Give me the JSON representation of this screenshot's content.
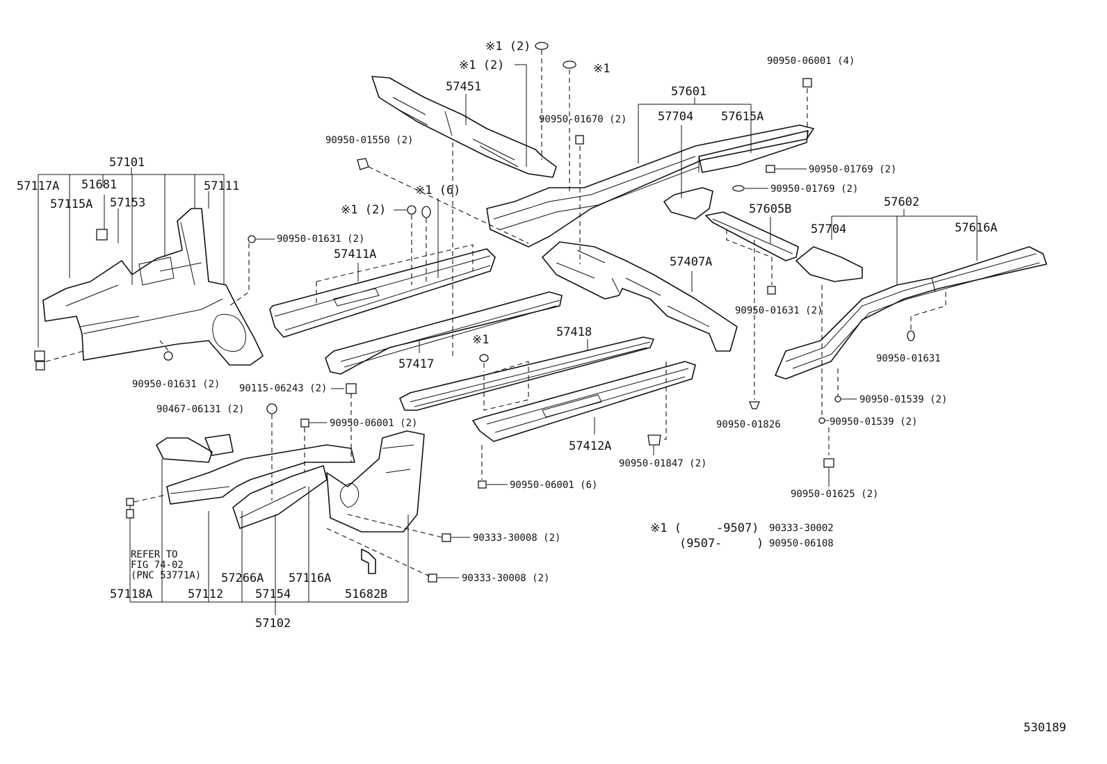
{
  "labels": {
    "l57101": "57101",
    "l57117A": "57117A",
    "l51681": "51681",
    "l57111": "57111",
    "l57115A": "57115A",
    "l57153": "57153",
    "l90950_01631_a": "90950-01631 (2)",
    "l90950_01631_b": "90950-01631 (2)",
    "l90950_01550": "90950-01550 (2)",
    "l57451": "57451",
    "lmark_1_2_top": "※1 (2)",
    "lmark_1_2_b": "※1 (2)",
    "lmark_1_top": "※1",
    "l90950_01670": "90950-01670 (2)",
    "lmark_1_6": "※1 (6)",
    "lmark_1_2_c": "※1 (2)",
    "l57411A": "57411A",
    "l57417": "57417",
    "l57601": "57601",
    "l57704_a": "57704",
    "l57615A": "57615A",
    "l90950_06001_4": "90950-06001 (4)",
    "l90950_01769_a": "90950-01769 (2)",
    "l90950_01769_b": "90950-01769 (2)",
    "l57605B": "57605B",
    "l57407A": "57407A",
    "l57602": "57602",
    "l57704_b": "57704",
    "l57616A": "57616A",
    "l90950_01631_c": "90950-01631 (2)",
    "l90950_01631_d": "90950-01631",
    "l57418": "57418",
    "lmark_1_mid": "※1",
    "l57412A": "57412A",
    "l90950_01847": "90950-01847 (2)",
    "l90950_01826": "90950-01826",
    "l90950_01539_a": "90950-01539 (2)",
    "l90950_01539_b": "90950-01539 (2)",
    "l90950_01625": "90950-01625 (2)",
    "l90115_06243": "90115-06243 (2)",
    "l90467_06131": "90467-06131 (2)",
    "l90950_06001_2": "90950-06001 (2)",
    "l90950_06001_6": "90950-06001 (6)",
    "l90333_30008_a": "90333-30008 (2)",
    "l90333_30008_b": "90333-30008 (2)",
    "refer_line1": "REFER TO",
    "refer_line2": "FIG 74-02",
    "refer_line3": "(PNC 53771A)",
    "l57266A": "57266A",
    "l57116A": "57116A",
    "l57118A": "57118A",
    "l57112": "57112",
    "l57154": "57154",
    "l51682B": "51682B",
    "l57102": "57102",
    "note_mark": "※1 (",
    "note_r1_range": "-9507)",
    "note_r1_part": "90333-30002",
    "note_r2_range_a": "(9507-",
    "note_r2_range_b": ")",
    "note_r2_part": "90950-06108",
    "fig_number": "530189"
  }
}
